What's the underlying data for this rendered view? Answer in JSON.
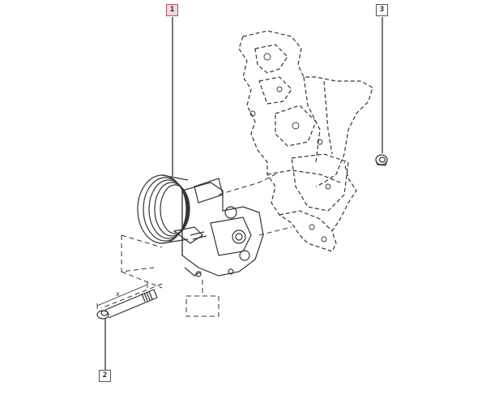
{
  "diagram": {
    "type": "exploded-parts-view",
    "subject": "air conditioning compressor assembly",
    "parts": [
      {
        "ref": "1",
        "name": "compressor",
        "highlighted": true
      },
      {
        "ref": "2",
        "name": "bolt"
      },
      {
        "ref": "3",
        "name": "nut"
      }
    ],
    "dimension_label": "x",
    "colors": {
      "highlight_fill": "#f7d6dc",
      "highlight_border": "#b05060",
      "line": "#333333",
      "leader": "#777777"
    }
  }
}
